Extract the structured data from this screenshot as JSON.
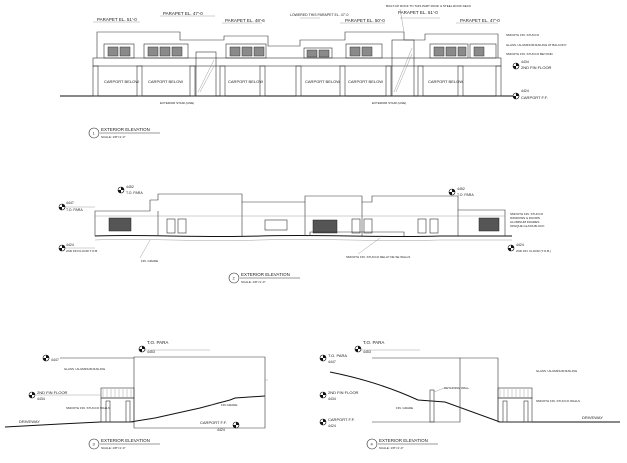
{
  "colors": {
    "line": "#333333",
    "window": "#8a8a8a",
    "window_dark": "#555555",
    "paper": "#ffffff"
  },
  "icons": {
    "level_marker": "level-marker-icon",
    "section_bubble": "elevation-number-icon"
  },
  "elev1": {
    "number": "1",
    "title": "EXTERIOR ELEVATION",
    "scale": "SCALE: 1/8\"=1'-0\"",
    "parapets": [
      "PARAPET EL. 51'-0",
      "PARAPET EL. 47'-0",
      "PARAPET EL. 48'-6",
      "LOWERED THIS PARAPET EL. 47'-0",
      "PARAPET EL. 50'-0",
      "PARAPET EL. 51'-0",
      "PARAPET EL. 47'-0"
    ],
    "note_top": "BUILT-UP ROOF TO THIS PART ROOF & STEEL ROOF DECK",
    "notes_right": [
      "SMOOTH FIN. STUCCO",
      "GLASS / ALUMINUM RAILING AT BALCONY",
      "SMOOTH FIN. STUCCO BEYOND"
    ],
    "carport_labels": [
      "CARPORT BELOW",
      "CARPORT BELOW",
      "CARPORT BELOW",
      "CARPORT BELOW",
      "CARPORT BELOW",
      "CARPORT BELOW"
    ],
    "stair_notes": [
      "EXTERIOR STAIR (LINE)",
      "EXTERIOR STAIR (LINE)"
    ],
    "level_2nd_value": "4434",
    "level_2nd_label": "2ND FIN FLOOR",
    "level_carport_value": "4424",
    "level_carport_label": "CARPORT F.F."
  },
  "elev2": {
    "number": "2",
    "title": "EXTERIOR ELEVATION",
    "scale": "SCALE: 1/8\"=1'-0\"",
    "left_top_value": "4447",
    "left_top_label": "T.O. PARA",
    "left_bot_value": "4424",
    "left_bot_label": "2ND FIN FLOOR T.O.B.",
    "mid_top_value": "4452",
    "mid_top_label": "T.O. PARA",
    "right_top_value": "4452",
    "right_top_label": "T.O. PARA",
    "right_bot_value": "4424",
    "right_bot_label": "2ND FIN. FLOOR (T.O.B.)",
    "note_grade": "FIN. GRADE",
    "note_stucco": "SMOOTH FIN. STUCCO RELAY DE SE WALLS",
    "notes_right": [
      "SMOOTH FIN. STUCCO",
      "WINDOWS & DOORS",
      "ALUMINUM FRAMES",
      "OPAQUE GLASS BLOCK"
    ]
  },
  "elev3": {
    "number": "3",
    "title": "EXTERIOR ELEVATION",
    "scale": "SCALE: 1/8\"=1'-0\"",
    "top_label": "T.O. PARA",
    "top_value": "4453",
    "left_top_value": "4447",
    "floor_value": "4434",
    "floor_label": "2ND FIN FLOOR",
    "driveway": "DRIVEWAY",
    "carport_label": "CARPORT F.F.",
    "carport_value": "4424",
    "notes_left": [
      "GLASS / ALUMINUM RAILING",
      "SMOOTH FIN. STUCCO WALLS"
    ],
    "note_grade": "FIN GRADE"
  },
  "elev4": {
    "number": "4",
    "title": "EXTERIOR ELEVATION",
    "scale": "SCALE: 1/8\"=1'-0\"",
    "top_label": "T.O. PARA",
    "top_value": "4453",
    "left_top_label": "T.O. PARA",
    "left_top_value": "4447",
    "floor_label": "2ND FIN FLOOR",
    "floor_value": "4434",
    "carport_label": "CARPORT F.F.",
    "carport_value": "4424",
    "driveway": "DRIVEWAY",
    "note_retaining": "RETAINING WALL",
    "note_grade": "FIN. GRADE",
    "notes_right": [
      "GLASS / ALUMINUM RAILING",
      "SMOOTH FIN. STUCCO WALLS"
    ]
  }
}
